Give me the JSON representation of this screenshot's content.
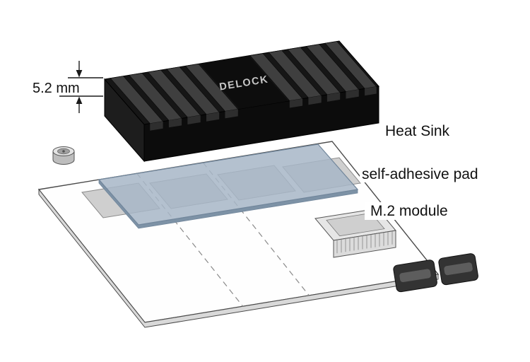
{
  "background_color": "#ffffff",
  "dimension_callout": {
    "label": "5.2 mm"
  },
  "heat_sink": {
    "label": "Heat Sink",
    "logo_text": "DELOCK",
    "body_color": "#161616",
    "face_color": "#0c0c0c",
    "left_face_color": "#1d1d1d",
    "fin_color": "#3f3f3f",
    "logo_color": "#c6c6c6"
  },
  "adhesive_pad": {
    "label": "self-adhesive pad",
    "color": "#a7b6c7",
    "side_color": "#7d92a6",
    "edge_color": "#71869b"
  },
  "m2_module": {
    "label": "M.2 module",
    "board_color": "#fefefe",
    "outline_color": "#4a4a4a",
    "chip_color": "#cfcfcf",
    "connector_color": "#333333"
  }
}
